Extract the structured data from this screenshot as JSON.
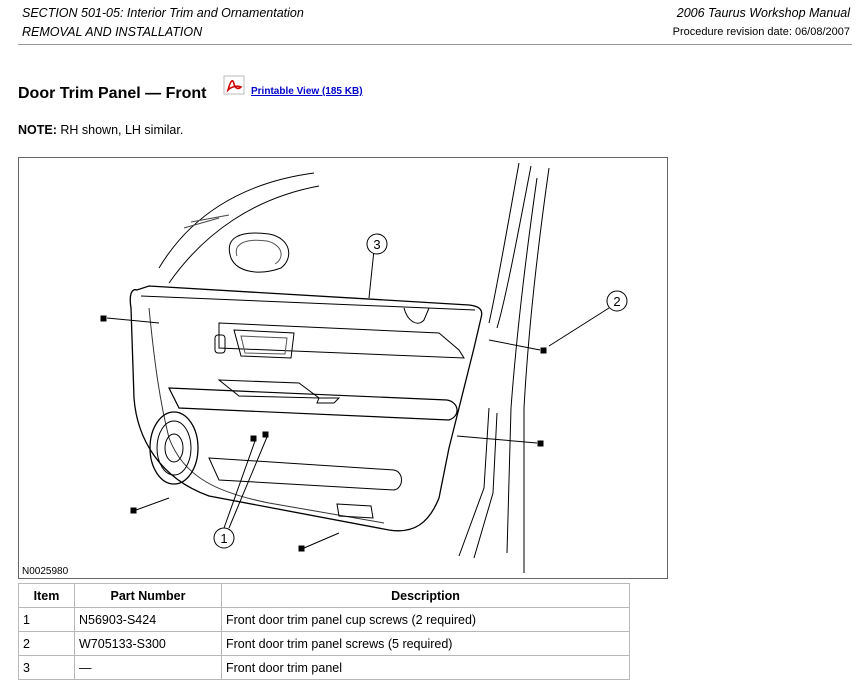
{
  "header": {
    "section": "SECTION 501-05: Interior Trim and Ornamentation",
    "subsection": "REMOVAL AND INSTALLATION",
    "manual": "2006 Taurus Workshop Manual",
    "revision": "Procedure revision date: 06/08/2007"
  },
  "page": {
    "title": "Door Trim Panel — Front",
    "printable_link": "Printable View (185 KB)",
    "note_label": "NOTE:",
    "note_text": " RH shown, LH similar."
  },
  "figure": {
    "id": "N0025980",
    "callouts": [
      "1",
      "2",
      "3"
    ]
  },
  "table": {
    "headers": [
      "Item",
      "Part Number",
      "Description"
    ],
    "rows": [
      [
        "1",
        "N56903-S424",
        "Front door trim panel cup screws (2 required)"
      ],
      [
        "2",
        "W705133-S300",
        "Front door trim panel screws (5 required)"
      ],
      [
        "3",
        "—",
        "Front door trim panel"
      ]
    ]
  },
  "colors": {
    "link": "#0000cc",
    "pdf_icon": "#cc0000"
  }
}
